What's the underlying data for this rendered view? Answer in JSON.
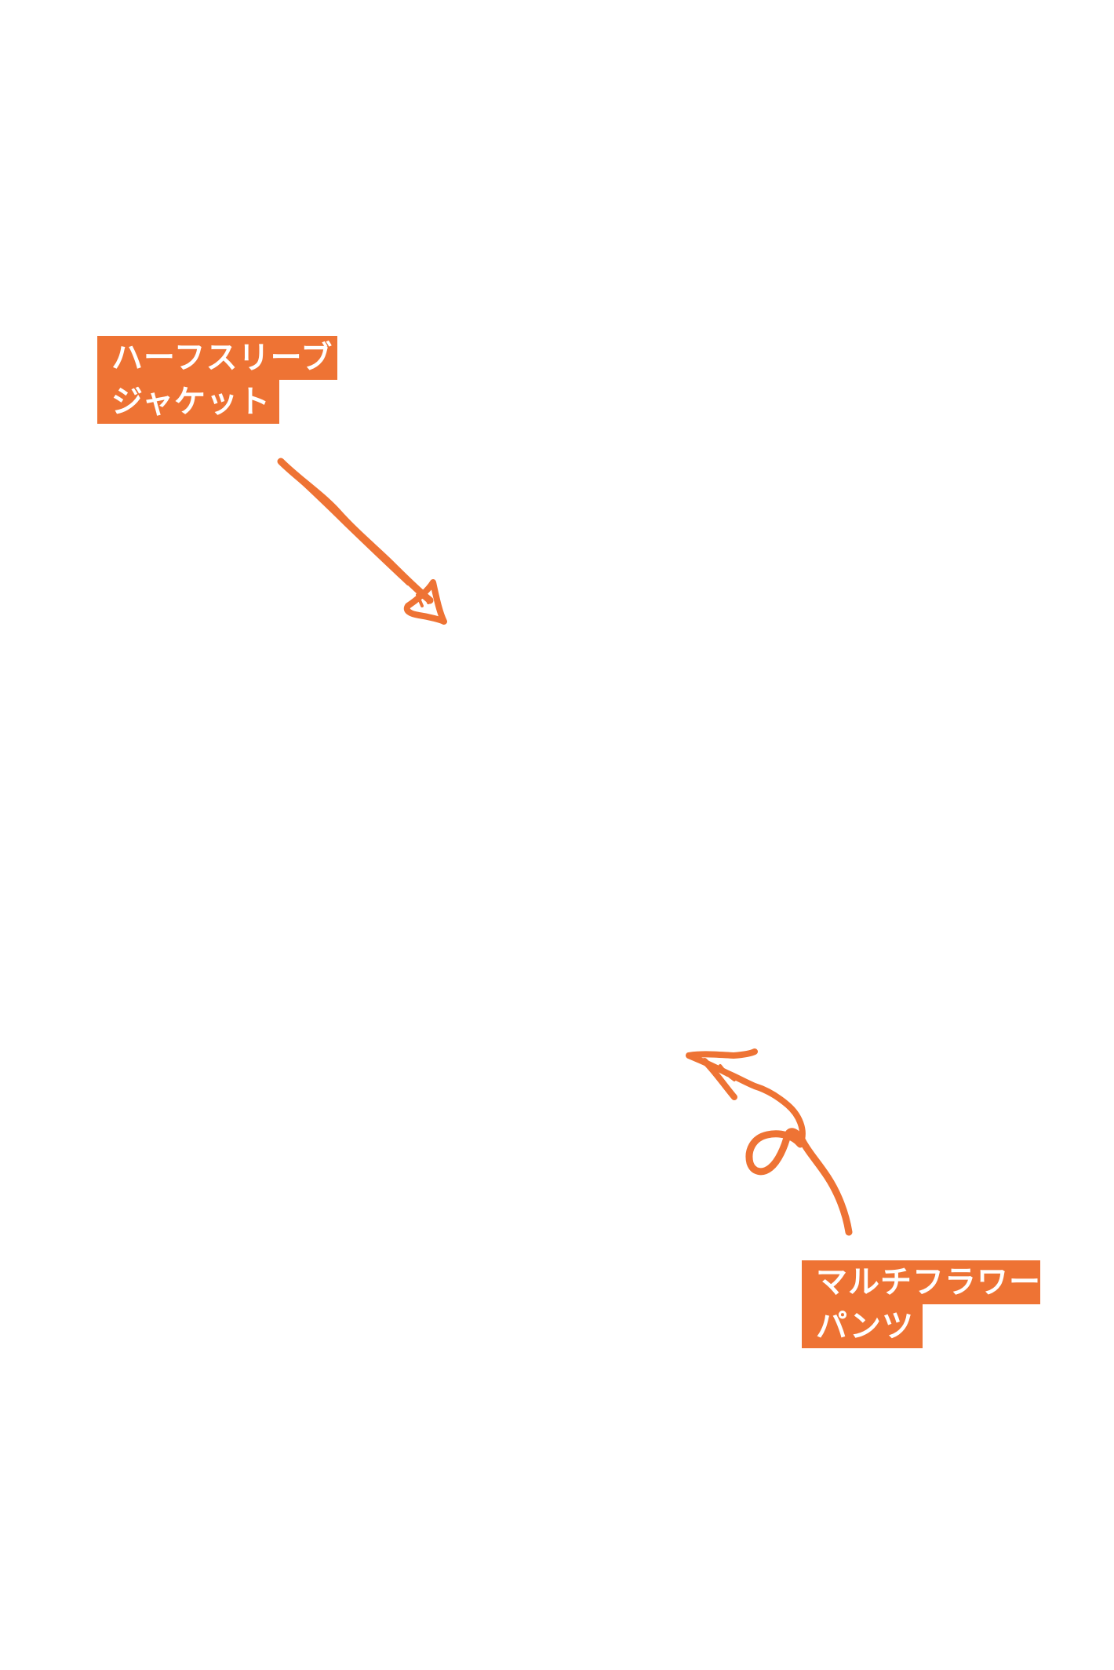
{
  "labels": {
    "jacket": {
      "line1": "ハーフスリーブ",
      "line2": "ジャケット"
    },
    "pants": {
      "line1": "マルチフラワー",
      "line2": "パンツ"
    }
  },
  "colors": {
    "accent": "#ee7334",
    "label_text": "#ffffff",
    "background": "#ffffff"
  },
  "icons": {
    "arrow_1": "hand-drawn-straight-arrow-icon",
    "arrow_2": "hand-drawn-looped-arrow-icon"
  }
}
